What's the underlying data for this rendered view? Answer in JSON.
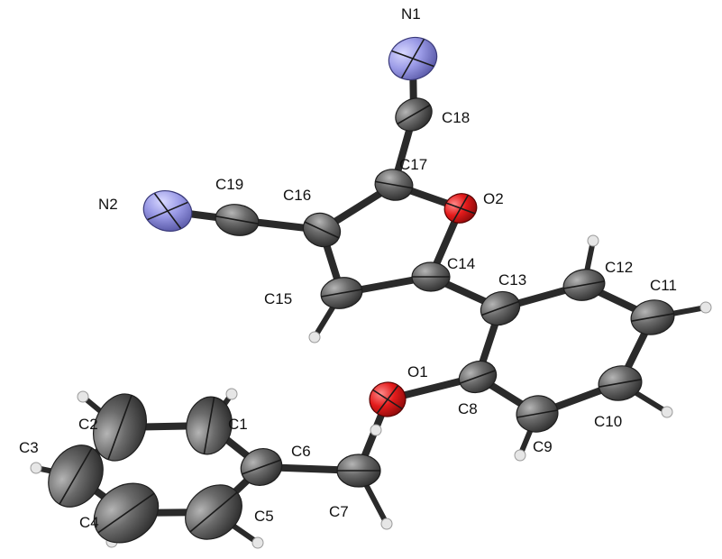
{
  "colors": {
    "carbon": "#6b6b6b",
    "nitrogen": "#9a9ae6",
    "oxygen": "#e31b1b",
    "hydrogen": "#e6e6e6",
    "bond": "#2a2a2a"
  },
  "labels": {
    "N1": "N1",
    "N2": "N2",
    "O1": "O1",
    "O2": "O2",
    "C1": "C1",
    "C2": "C2",
    "C3": "C3",
    "C4": "C4",
    "C5": "C5",
    "C6": "C6",
    "C7": "C7",
    "C8": "C8",
    "C9": "C9",
    "C10": "C10",
    "C11": "C11",
    "C12": "C12",
    "C13": "C13",
    "C14": "C14",
    "C15": "C15",
    "C16": "C16",
    "C17": "C17",
    "C18": "C18",
    "C19": "C19"
  }
}
